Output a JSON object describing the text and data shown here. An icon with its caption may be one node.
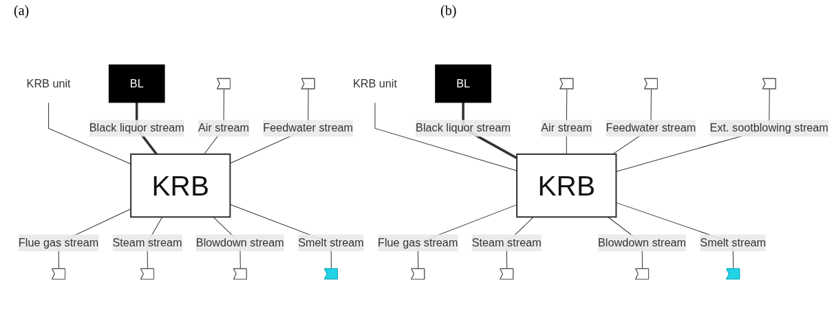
{
  "diagram": {
    "nodes": [
      {
        "text": [
          "KRB"
        ]
      },
      {
        "text": [
          "KRB unit"
        ]
      },
      {
        "text": [
          "BL"
        ]
      },
      {
        "text": [],
        "shape": "arrow"
      },
      {
        "text": [],
        "shape": "arrow"
      },
      {
        "text": [],
        "shape": "arrow"
      },
      {
        "text": [],
        "shape": "arrow"
      },
      {
        "text": [],
        "shape": "arrow"
      },
      {
        "text": [],
        "shape": "arrow"
      },
      {
        "text": [
          "KRB"
        ]
      },
      {
        "text": [
          "KRB unit"
        ]
      },
      {
        "text": [
          "BL"
        ]
      },
      {
        "text": [],
        "shape": "arrow"
      },
      {
        "text": [],
        "shape": "arrow"
      },
      {
        "text": [],
        "shape": "arrow"
      },
      {
        "text": [],
        "shape": "arrow"
      },
      {
        "text": [],
        "shape": "arrow"
      },
      {
        "text": [],
        "shape": "arrow"
      },
      {
        "text": [],
        "shape": "arrow"
      }
    ],
    "edges": [
      {
        "from": 1,
        "to": 0,
        "arrow": "none"
      },
      {
        "from": 2,
        "to": 0,
        "label": "Black liquor stream",
        "arrow": "none",
        "style": "thick"
      },
      {
        "from": 3,
        "to": 0,
        "label": "Air stream",
        "arrow": "none"
      },
      {
        "from": 4,
        "to": 0,
        "label": "Feedwater stream",
        "arrow": "none"
      },
      {
        "from": 0,
        "to": 5,
        "label": "Flue gas stream",
        "arrow": "none"
      },
      {
        "from": 0,
        "to": 6,
        "label": "Steam stream",
        "arrow": "none"
      },
      {
        "from": 0,
        "to": 7,
        "label": "Blowdown stream",
        "arrow": "none"
      },
      {
        "from": 0,
        "to": 8,
        "label": "Smelt stream",
        "arrow": "none"
      },
      {
        "from": 10,
        "to": 9,
        "arrow": "none"
      },
      {
        "from": 11,
        "to": 9,
        "label": "Black liquor stream",
        "arrow": "none",
        "style": "thick"
      },
      {
        "from": 12,
        "to": 9,
        "label": "Air stream",
        "arrow": "none"
      },
      {
        "from": 13,
        "to": 9,
        "label": "Feedwater stream",
        "arrow": "none"
      },
      {
        "from": 14,
        "to": 9,
        "label": "Ext. sootblowing stream",
        "arrow": "none"
      },
      {
        "from": 9,
        "to": 15,
        "label": "Flue gas stream",
        "arrow": "none"
      },
      {
        "from": 9,
        "to": 16,
        "label": "Steam stream",
        "arrow": "none"
      },
      {
        "from": 9,
        "to": 17,
        "label": "Blowdown stream",
        "arrow": "none"
      },
      {
        "from": 9,
        "to": 18,
        "label": "Smelt stream",
        "arrow": "none"
      }
    ],
    "labels": [
      "(a)",
      "(b)"
    ]
  }
}
